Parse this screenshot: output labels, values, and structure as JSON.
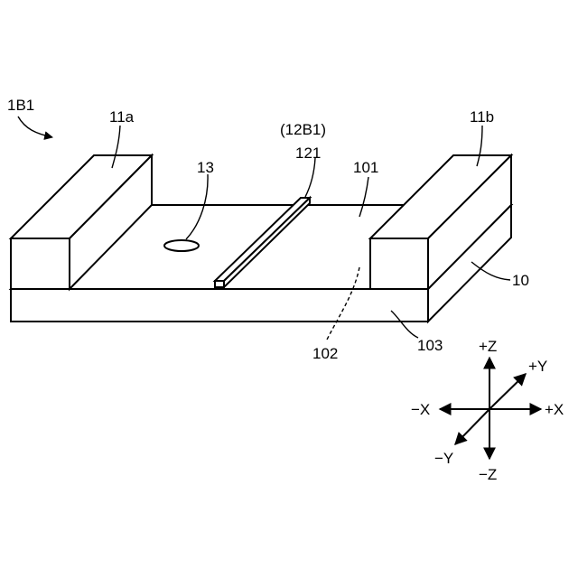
{
  "figure": {
    "labels": {
      "device": "1B1",
      "block_a": "11a",
      "block_b": "11b",
      "hole": "13",
      "ridge_group": "(12B1)",
      "ridge": "121",
      "top_surface": "101",
      "substrate": "10",
      "inner_surface": "102",
      "side_surface": "103"
    },
    "axes": {
      "plus_z": "+Z",
      "minus_z": "−Z",
      "plus_x": "+X",
      "minus_x": "−X",
      "plus_y": "+Y",
      "minus_y": "−Y"
    }
  }
}
